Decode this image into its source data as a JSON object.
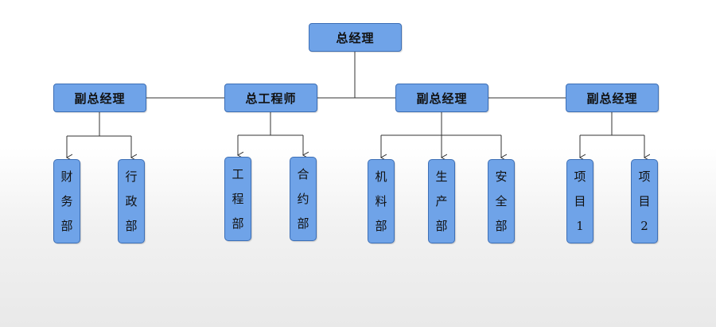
{
  "colors": {
    "box_fill": "#6fa3e8",
    "box_border": "#3d6fb6",
    "line": "#333333"
  },
  "root": {
    "label": "总经理"
  },
  "managers": [
    {
      "id": "m1",
      "label": "副总经理",
      "departments": [
        {
          "id": "d1",
          "chars": [
            "财",
            "务",
            "部"
          ]
        },
        {
          "id": "d2",
          "chars": [
            "行",
            "政",
            "部"
          ]
        }
      ]
    },
    {
      "id": "m2",
      "label": "总工程师",
      "departments": [
        {
          "id": "d3",
          "chars": [
            "工",
            "程",
            "部"
          ]
        },
        {
          "id": "d4",
          "chars": [
            "合",
            "约",
            "部"
          ]
        }
      ]
    },
    {
      "id": "m3",
      "label": "副总经理",
      "departments": [
        {
          "id": "d5",
          "chars": [
            "机",
            "料",
            "部"
          ]
        },
        {
          "id": "d6",
          "chars": [
            "生",
            "产",
            "部"
          ]
        },
        {
          "id": "d7",
          "chars": [
            "安",
            "全",
            "部"
          ]
        }
      ]
    },
    {
      "id": "m4",
      "label": "副总经理",
      "departments": [
        {
          "id": "d8",
          "chars": [
            "项",
            "目",
            "1"
          ]
        },
        {
          "id": "d9",
          "chars": [
            "项",
            "目",
            "2"
          ]
        }
      ]
    }
  ]
}
